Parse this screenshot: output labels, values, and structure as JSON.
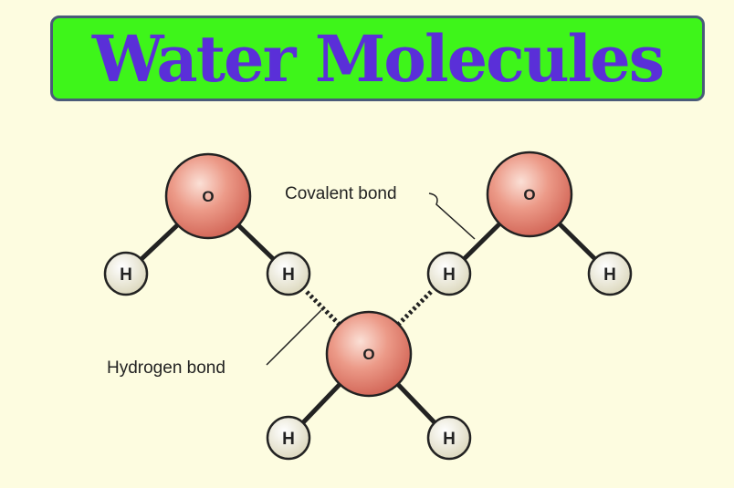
{
  "title": "Water Molecules",
  "labels": {
    "covalent": "Covalent bond",
    "hydrogen": "Hydrogen bond"
  },
  "atoms": {
    "oxygen": "O",
    "hydrogen": "H"
  },
  "colors": {
    "title_bg": "#3ef51a",
    "title_text": "#5a2fd8",
    "oxygen": "#e88a7a",
    "hydrogen": "#f2f0dc",
    "background": "#fdfce0"
  }
}
